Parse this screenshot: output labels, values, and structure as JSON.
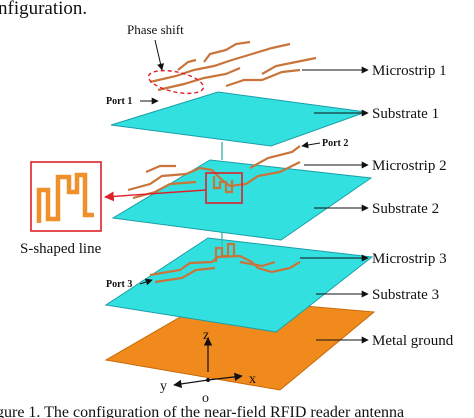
{
  "title_text": "nfiguration.",
  "caption_text": "gure 1. The configuration of the near-field RFID reader antenna",
  "labels": {
    "phase_shift": "Phase shift",
    "port1": "Port 1",
    "port2": "Port 2",
    "port3": "Port 3",
    "microstrip1": "Microstrip 1",
    "substrate1": "Substrate 1",
    "microstrip2": "Microstrip 2",
    "substrate2": "Substrate 2",
    "microstrip3": "Microstrip 3",
    "substrate3": "Substrate 3",
    "metal_ground": "Metal ground",
    "s_shaped_line": "S-shaped line"
  },
  "axes": {
    "z": "z",
    "y": "y",
    "x": "x",
    "o": "o"
  },
  "colors": {
    "substrate": "#33e0e0",
    "substrate_edge": "#1a9fa8",
    "ground": "#f08a1c",
    "ground_edge": "#c96a08",
    "trace": "#c8743a",
    "highlight": "#e0202a"
  }
}
